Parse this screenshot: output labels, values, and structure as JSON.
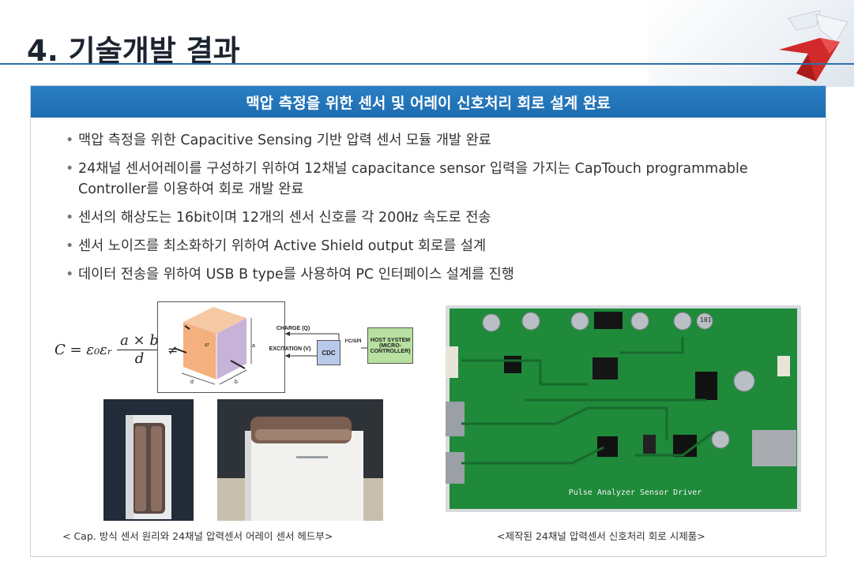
{
  "page": {
    "title": "4. 기술개발 결과"
  },
  "panel": {
    "heading": "맥압 측정을 위한 센서 및 어레이 신호처리 회로 설계 완료"
  },
  "bullets": [
    "맥압 측정을 위한 Capacitive Sensing 기반 압력 센서 모듈 개발 완료",
    "24채널 센서어레이를 구성하기 위하여 12채널 capacitance sensor 입력을 가지는 CapTouch programmable Controller를 이용하여 회로 개발 완료",
    "센서의 해상도는 16bit이며 12개의 센서 신호를 각 200㎐ 속도로 전송",
    "센서 노이즈를 최소화하기 위하여 Active Shield output 회로를 설계",
    "데이터 전송을 위하여 USB B type를 사용하여 PC 인터페이스 설계를 진행"
  ],
  "diagram": {
    "formula_lhs": "C = ε₀εᵣ",
    "formula_num": "a × b",
    "formula_den": "d",
    "cube_label": "εr",
    "dim_a": "a",
    "dim_b": "b",
    "dim_d": "d",
    "charge": "CHARGE (Q)",
    "excitation": "EXCITATION (V)",
    "cdc": "CDC",
    "i2c": "I²C/SPI",
    "host": "HOST SYSTEM (MICRO-CONTROLLER)"
  },
  "board": {
    "label": "Pulse Analyzer Sensor Driver",
    "ic_label": "101"
  },
  "captions": {
    "left": "< Cap. 방식 센서 원리와 24채널 압력센서 어레이 센서 헤드부>",
    "right": "<제작된 24채널 압력센서 신호처리 회로 시제품>"
  },
  "colors": {
    "accent": "#1e6cb0",
    "board": "#1f8a3a",
    "logo": "#d12a2a"
  }
}
